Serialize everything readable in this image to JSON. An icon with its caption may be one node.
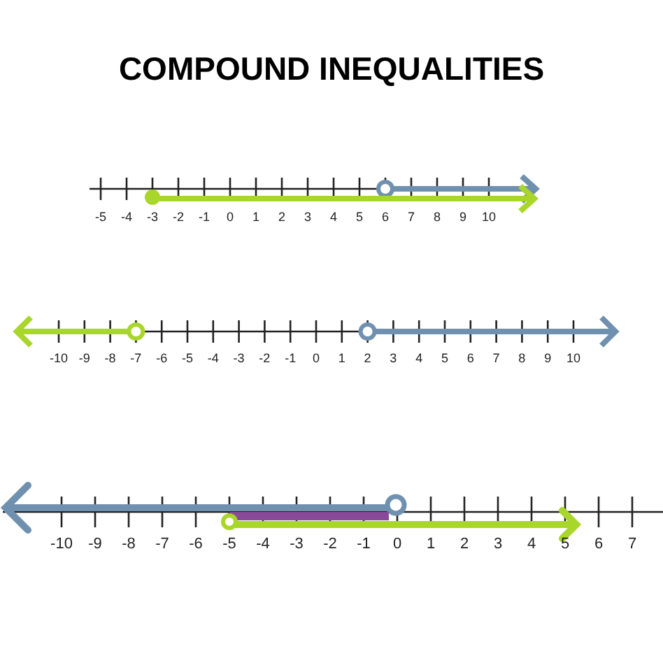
{
  "diagram": {
    "title": "COMPOUND INEQUALITIES",
    "labels": [
      "-5",
      "-4",
      "-3",
      "-2",
      "-1",
      "0",
      "1",
      "2",
      "3",
      "4",
      "5",
      "6",
      "7",
      "8",
      "9",
      "10",
      "-10",
      "-9",
      "-8",
      "-7",
      "-6",
      "-5",
      "-4",
      "-3",
      "-2",
      "-1",
      "0",
      "1",
      "2",
      "3",
      "4",
      "5",
      "6",
      "7",
      "8",
      "9",
      "10",
      "-10",
      "-9",
      "-8",
      "-7",
      "-6",
      "-5",
      "-4",
      "-3",
      "-2",
      "-1",
      "0",
      "1",
      "2",
      "3",
      "4",
      "5",
      "6",
      "7"
    ]
  }
}
